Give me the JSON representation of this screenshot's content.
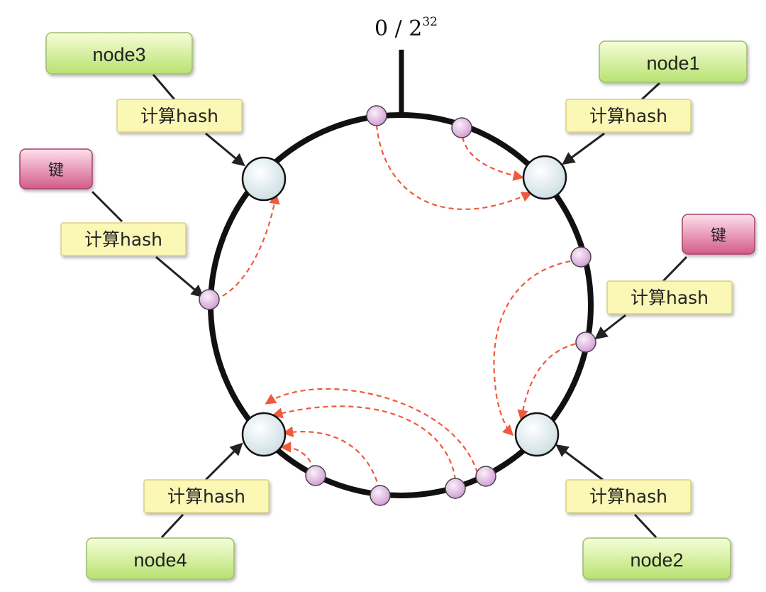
{
  "ring": {
    "zero_label": "0 / 2",
    "zero_exponent": "32"
  },
  "nodes": {
    "node1": "node1",
    "node2": "node2",
    "node3": "node3",
    "node4": "node4"
  },
  "hash_label": "计算hash",
  "key_label": "键",
  "colors": {
    "node_box_top": "#f2fccb",
    "node_box_bottom": "#bfe77d",
    "hash_box": "#fbf7b5",
    "key_box_top": "#fbd3e4",
    "key_box_bottom": "#d9678f",
    "ring": "#111111",
    "dashed_arrow": "#ef5a3c",
    "server_circle": "#e8f0f3",
    "key_dot": "#e6bde6"
  }
}
